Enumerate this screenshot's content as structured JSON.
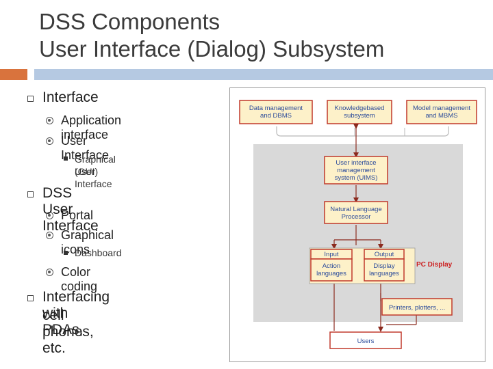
{
  "slide": {
    "title_line1": "DSS Components",
    "title_line2": "User Interface (Dialog) Subsystem"
  },
  "bullets": {
    "interface": "Interface",
    "app_interface": "Application interface",
    "user_interface": "User Interface",
    "gui_line1": "Graphical User Interface",
    "gui_line2": "(GUI)",
    "dss_ui": "DSS User Interface",
    "portal": "Portal",
    "graphical_icons": "Graphical icons",
    "dashboard": "Dashboard",
    "color_coding": "Color coding",
    "pda_line1": "Interfacing with PDAs,",
    "pda_line2": "cell phones, etc."
  },
  "diagram": {
    "data_mgmt_1": "Data management",
    "data_mgmt_2": "and DBMS",
    "knowledge_1": "Knowledgebased",
    "knowledge_2": "subsystem",
    "model_mgmt_1": "Model management",
    "model_mgmt_2": "and MBMS",
    "uims_1": "User interface",
    "uims_2": "management",
    "uims_3": "system (UIMS)",
    "nlp_1": "Natural Language",
    "nlp_2": "Processor",
    "input": "Input",
    "output": "Output",
    "action_1": "Action",
    "action_2": "languages",
    "display_1": "Display",
    "display_2": "languages",
    "pc_display": "PC Display",
    "printers": "Printers, plotters, ...",
    "users": "Users",
    "colors": {
      "box_border": "#c0392b",
      "box_fill": "#fdf1c9",
      "gray_panel": "#d9d9d9",
      "pc_display": "#cc2222",
      "arrow": "#8b2a1e",
      "users_fill": "#ffffff"
    }
  }
}
